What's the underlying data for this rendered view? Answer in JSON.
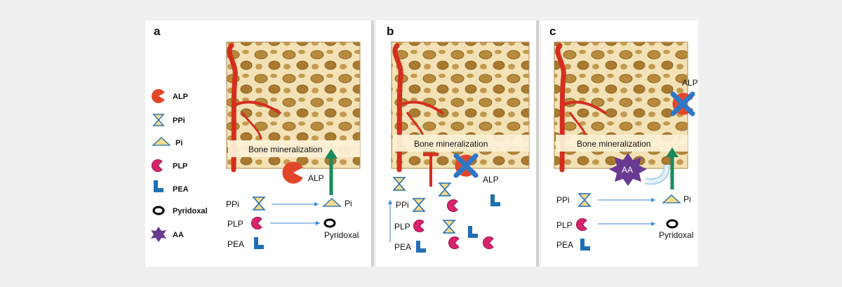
{
  "panels": {
    "a": {
      "letter": "a",
      "bone_label": "Bone mineralization",
      "alp_label": "ALP",
      "reactions": [
        {
          "substrate": "PPi",
          "product": "Pi"
        },
        {
          "substrate": "PLP",
          "product": "Pyridoxal"
        }
      ],
      "pea_label": "PEA"
    },
    "b": {
      "letter": "b",
      "bone_label": "Bone mineralization",
      "alp_label": "ALP",
      "ppi_label": "PPi",
      "plp_label": "PLP",
      "pea_label": "PEA"
    },
    "c": {
      "letter": "c",
      "bone_label": "Bone mineralization",
      "alp_label": "ALP",
      "aa_label": "AA",
      "reactions": [
        {
          "substrate": "PPi",
          "product": "Pi"
        },
        {
          "substrate": "PLP",
          "product": "Pyridoxal"
        }
      ],
      "pea_label": "PEA"
    }
  },
  "legend": [
    {
      "symbol": "alp-pacman-icon",
      "label": "ALP"
    },
    {
      "symbol": "ppi-hourglass-icon",
      "label": "PPi"
    },
    {
      "symbol": "pi-triangle-icon",
      "label": "Pi"
    },
    {
      "symbol": "plp-pacman-icon",
      "label": "PLP"
    },
    {
      "symbol": "pea-lshape-icon",
      "label": "PEA"
    },
    {
      "symbol": "pyridoxal-ring-icon",
      "label": "Pyridoxal"
    },
    {
      "symbol": "aa-star-icon",
      "label": "AA"
    }
  ],
  "colors": {
    "alp": "#e2462a",
    "plp": "#d8246c",
    "pea": "#1f6fb5",
    "ppi": "#f6d98a",
    "aa": "#6a3a92",
    "green_arrow": "#1a8a5c",
    "blue_x": "#2e77c7",
    "vessel": "#d42f1e",
    "bone": "#e9cb8f"
  }
}
